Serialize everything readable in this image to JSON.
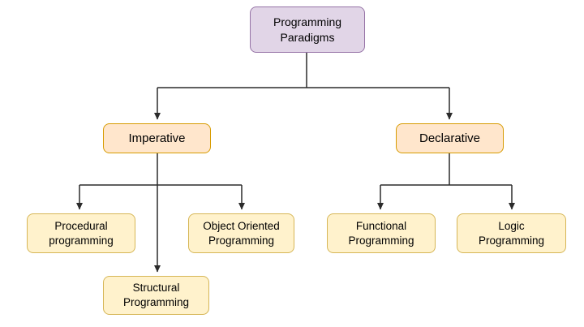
{
  "diagram": {
    "type": "tree",
    "background": "#ffffff",
    "nodes": [
      {
        "id": "root",
        "role": "root",
        "label": "Programming\nParadigms"
      },
      {
        "id": "imperative",
        "role": "branch",
        "label": "Imperative"
      },
      {
        "id": "declarative",
        "role": "branch",
        "label": "Declarative"
      },
      {
        "id": "procedural",
        "role": "leaf",
        "label": "Procedural\nprogramming"
      },
      {
        "id": "oop",
        "role": "leaf",
        "label": "Object Oriented\nProgramming"
      },
      {
        "id": "structural",
        "role": "leaf",
        "label": "Structural\nProgramming"
      },
      {
        "id": "functional",
        "role": "leaf",
        "label": "Functional\nProgramming"
      },
      {
        "id": "logic",
        "role": "leaf",
        "label": "Logic\nProgramming"
      }
    ],
    "edges": [
      {
        "from": "Programming Paradigms",
        "to": "Imperative"
      },
      {
        "from": "Programming Paradigms",
        "to": "Declarative"
      },
      {
        "from": "Imperative",
        "to": "Procedural programming"
      },
      {
        "from": "Imperative",
        "to": "Object Oriented Programming"
      },
      {
        "from": "Imperative",
        "to": "Structural Programming"
      },
      {
        "from": "Declarative",
        "to": "Functional Programming"
      },
      {
        "from": "Declarative",
        "to": "Logic Programming"
      }
    ],
    "palette": {
      "root_fill": "#e1d5e7",
      "root_stroke": "#9673a6",
      "branch_fill": "#ffe6cc",
      "branch_stroke": "#d79b00",
      "leaf_fill": "#fff2cc",
      "leaf_stroke": "#d6b656",
      "connector": "#2b2b2b",
      "text": "#000000"
    }
  }
}
